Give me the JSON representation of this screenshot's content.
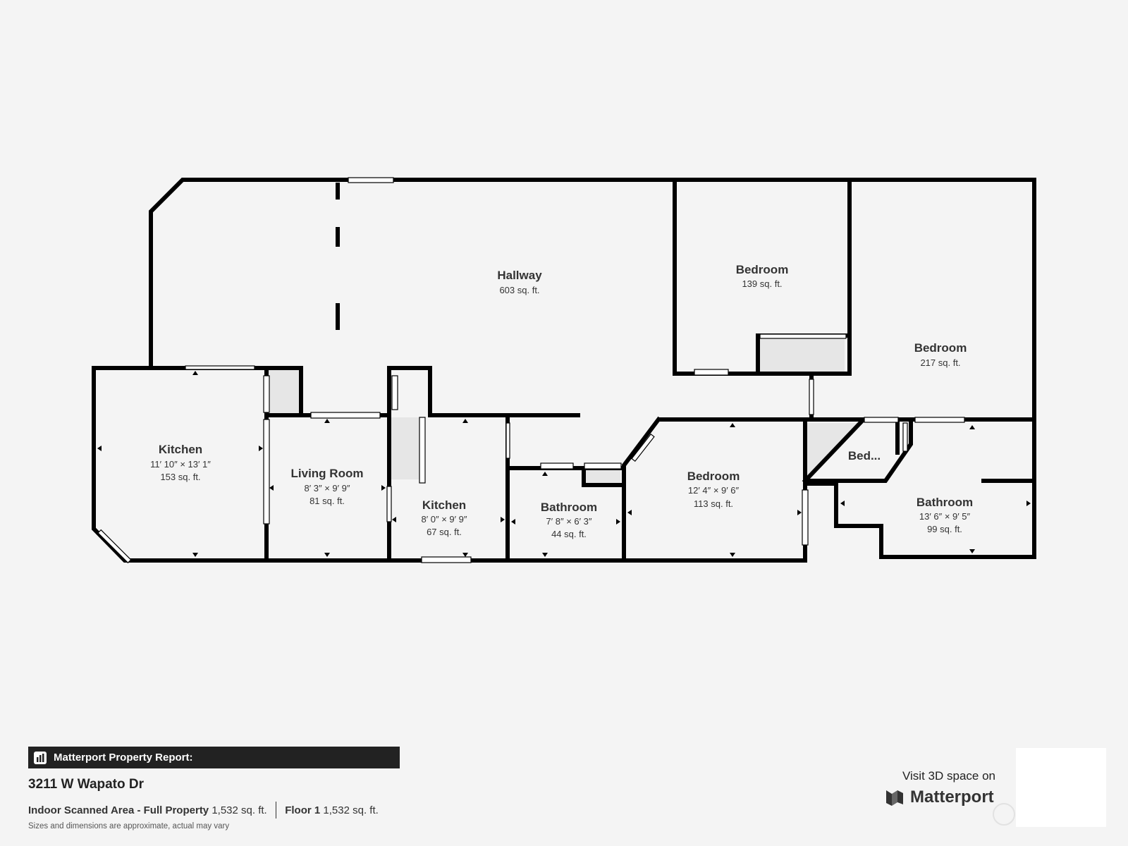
{
  "rooms": [
    {
      "key": "hallway",
      "name": "Hallway",
      "dims": "",
      "area": "603 sq. ft."
    },
    {
      "key": "bedroom_1",
      "name": "Bedroom",
      "dims": "",
      "area": "139 sq. ft."
    },
    {
      "key": "bedroom_2",
      "name": "Bedroom",
      "dims": "",
      "area": "217 sq. ft."
    },
    {
      "key": "kitchen_1",
      "name": "Kitchen",
      "dims": "11′ 10″ × 13′ 1″",
      "area": "153 sq. ft."
    },
    {
      "key": "living_room",
      "name": "Living Room",
      "dims": "8′ 3″ × 9′ 9″",
      "area": "81 sq. ft."
    },
    {
      "key": "kitchen_2",
      "name": "Kitchen",
      "dims": "8′ 0″ × 9′ 9″",
      "area": "67 sq. ft."
    },
    {
      "key": "bathroom_1",
      "name": "Bathroom",
      "dims": "7′ 8″ × 6′ 3″",
      "area": "44 sq. ft."
    },
    {
      "key": "bedroom_3",
      "name": "Bedroom",
      "dims": "12′ 4″ × 9′ 6″",
      "area": "113 sq. ft."
    },
    {
      "key": "bedroom_4",
      "name": "Bed...",
      "dims": "",
      "area": ""
    },
    {
      "key": "bathroom_2",
      "name": "Bathroom",
      "dims": "13′ 6″ × 9′ 5″",
      "area": "99 sq. ft."
    }
  ],
  "report": {
    "header": "Matterport Property Report:",
    "header_icon": "building-chart-icon",
    "address": "3211 W Wapato Dr",
    "indoor_label": "Indoor Scanned Area - Full Property",
    "indoor_value": "1,532 sq. ft.",
    "floor_label": "Floor 1",
    "floor_value": "1,532 sq. ft.",
    "disclaimer": "Sizes and dimensions are approximate, actual may vary"
  },
  "brand": {
    "visit": "Visit 3D space on",
    "name": "Matterport",
    "logo_icon": "matterport-logo-icon"
  },
  "colors": {
    "background": "#f4f4f4",
    "wall": "#000000",
    "header_bg": "#222222",
    "closet": "#e6e6e6"
  }
}
